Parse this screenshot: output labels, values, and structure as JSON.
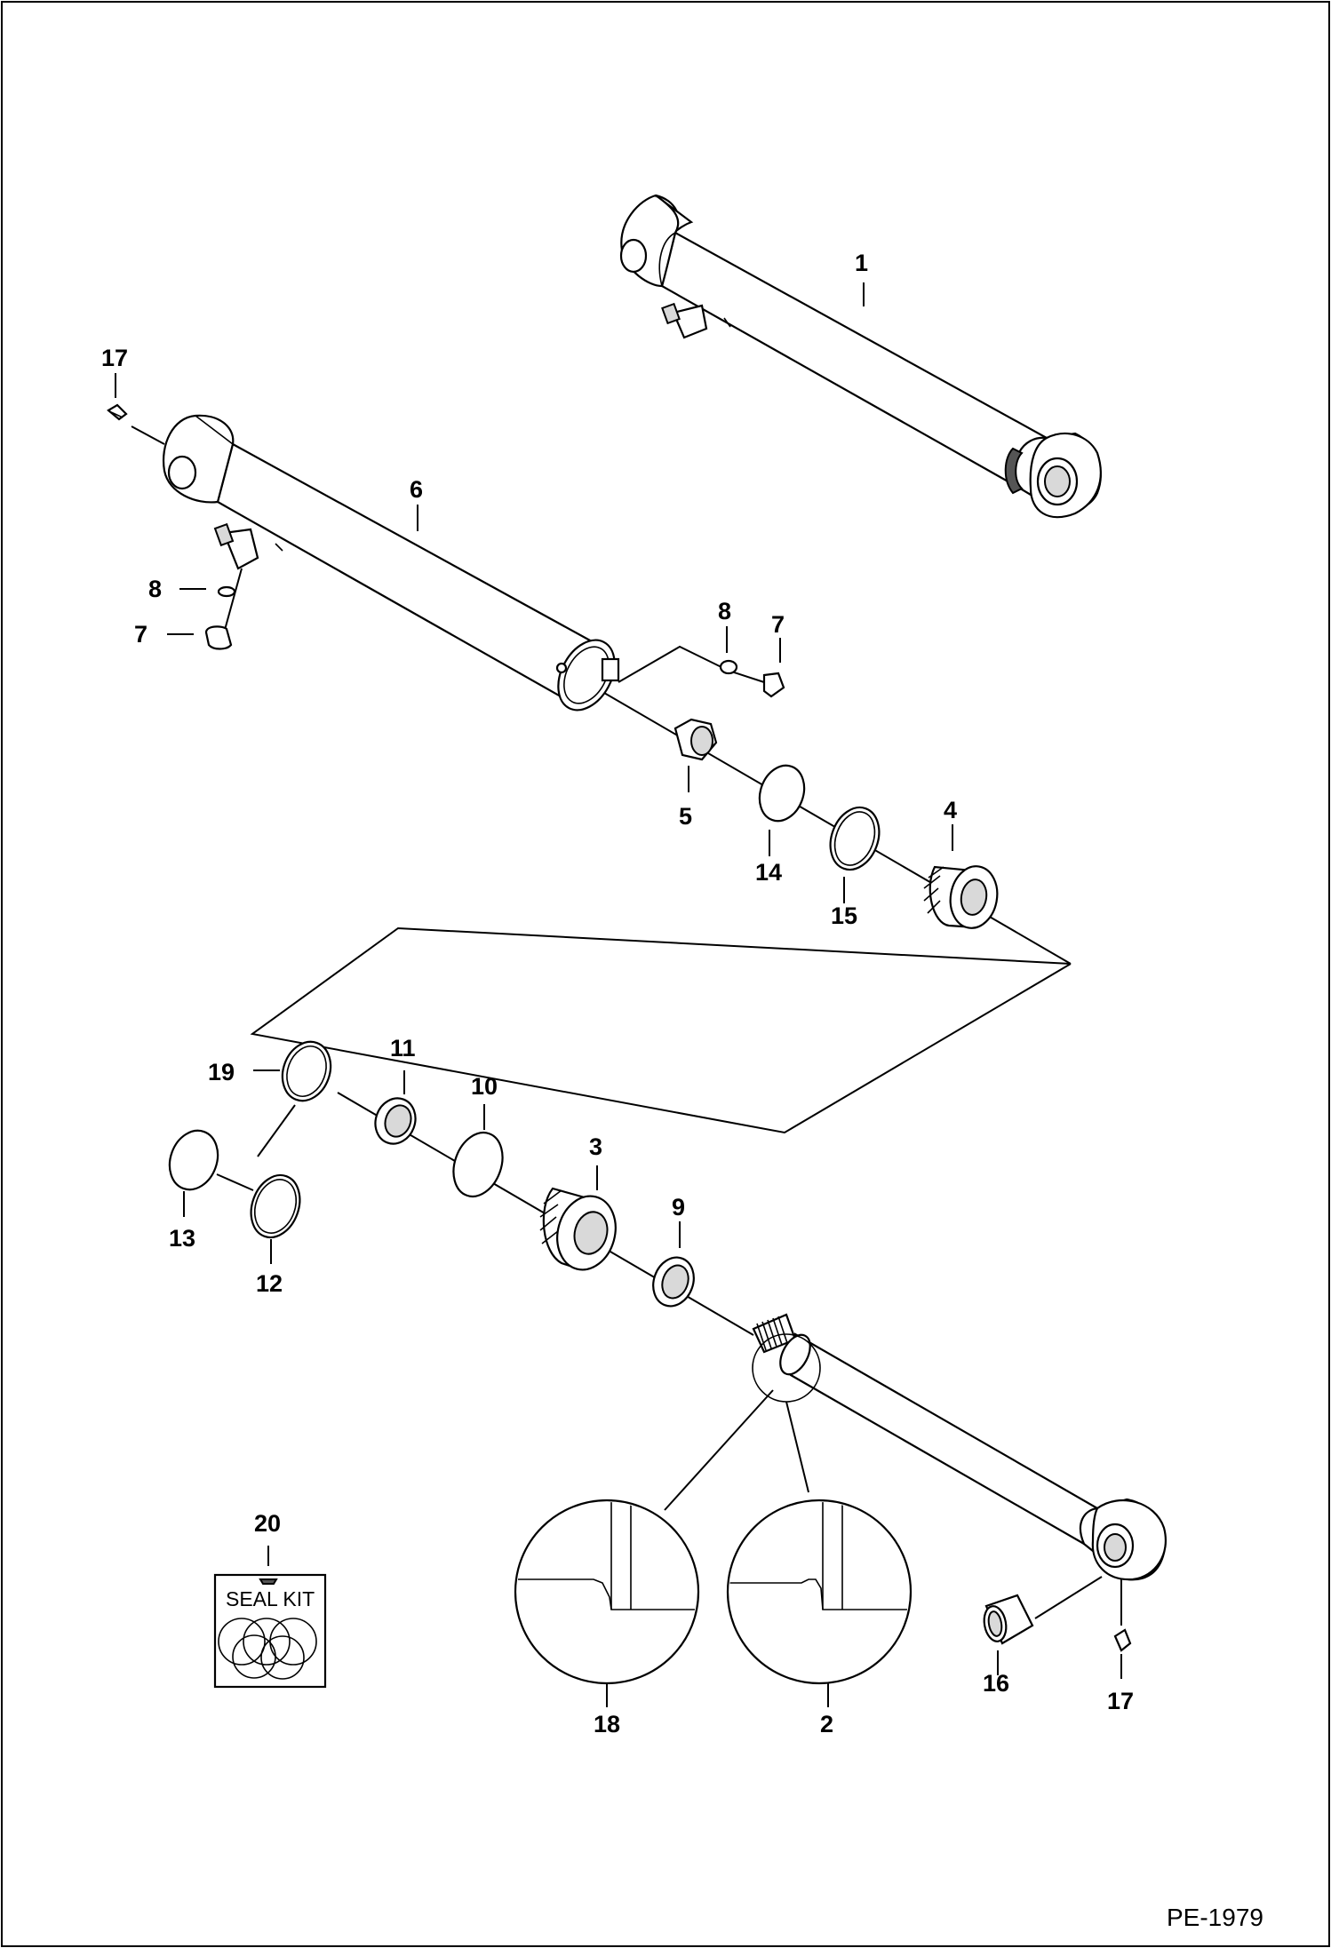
{
  "drawing": {
    "reference": "PE-1979",
    "seal_kit_label": "SEAL KIT"
  },
  "callouts": {
    "c1": "1",
    "c17_top": "17",
    "c6": "6",
    "c8_left": "8",
    "c7_left": "7",
    "c8_right": "8",
    "c7_right": "7",
    "c5": "5",
    "c14": "14",
    "c4": "4",
    "c15": "15",
    "c19": "19",
    "c11": "11",
    "c10": "10",
    "c3": "3",
    "c13": "13",
    "c12": "12",
    "c9": "9",
    "c20": "20",
    "c18": "18",
    "c2": "2",
    "c16": "16",
    "c17_bottom": "17"
  }
}
